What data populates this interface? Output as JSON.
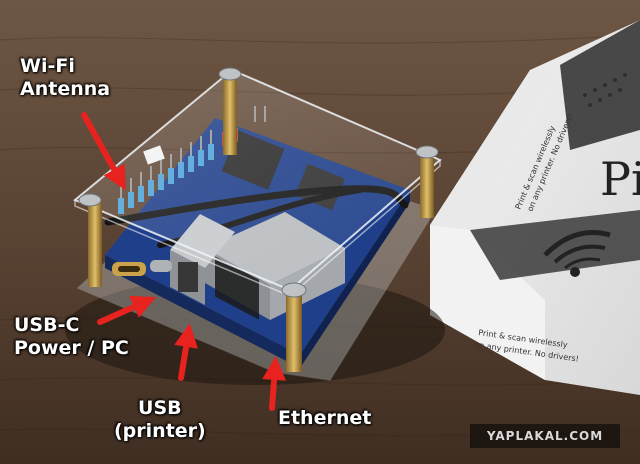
{
  "labels": {
    "wifi_line1": "Wi-Fi",
    "wifi_line2": "Antenna",
    "usbc_line1": "USB-C",
    "usbc_line2": "Power / PC",
    "usb_line1": "USB",
    "usb_line2": "(printer)",
    "ethernet": "Ethernet"
  },
  "box_text": {
    "side_line1": "Print & scan wirelessly",
    "side_line2": "on any printer. No drivers!",
    "front_line1": "Print & scan wirelessly",
    "front_line2": "on any printer. No drivers!"
  },
  "watermark": "YAPLAKAL.COM",
  "colors": {
    "arrow": "#e8231f",
    "label_text": "#ffffff",
    "table": "#5a4333",
    "board": "#1f3f8a",
    "standoff": "#c9a24a"
  }
}
